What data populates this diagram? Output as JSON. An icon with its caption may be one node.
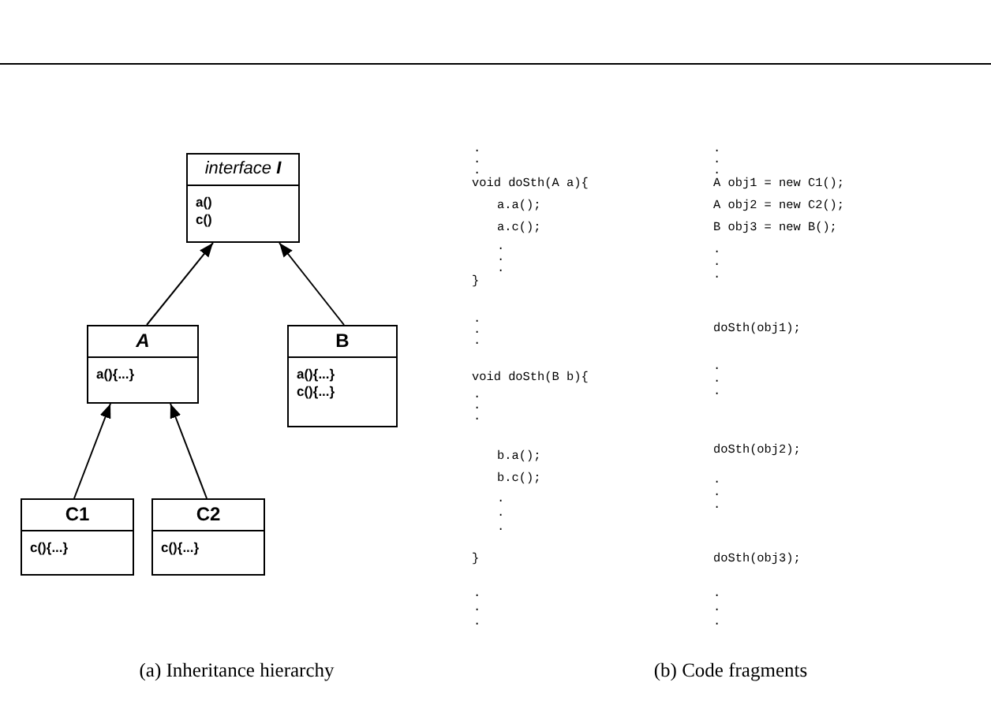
{
  "diagram": {
    "nodes": [
      {
        "text": [
          "interface **I**",
          "a()",
          "c()"
        ]
      },
      {
        "text": [
          "A",
          "a(){...}"
        ]
      },
      {
        "text": [
          "B",
          "a(){...}",
          "c(){...}"
        ]
      },
      {
        "text": [
          "C1",
          "c(){...}"
        ]
      },
      {
        "text": [
          "C2",
          "c(){...}"
        ]
      }
    ],
    "edges": [
      {
        "from": 1,
        "to": 0,
        "arrow": "to"
      },
      {
        "from": 2,
        "to": 0,
        "arrow": "to"
      },
      {
        "from": 3,
        "to": 1,
        "arrow": "to"
      },
      {
        "from": 4,
        "to": 1,
        "arrow": "to"
      }
    ],
    "labels": [
      ".",
      ".",
      ".",
      "void doSth(A a){",
      "a.a();",
      "a.c();",
      ".",
      ".",
      ".",
      "}",
      ".",
      ".",
      ".",
      "void doSth(B b){",
      ".",
      ".",
      ".",
      "b.a();",
      "b.c();",
      ".",
      ".",
      ".",
      "}",
      ".",
      ".",
      ".",
      ".",
      ".",
      ".",
      "A obj1 = new C1();",
      "A obj2 = new C2();",
      "B obj3 = new B();",
      ".",
      ".",
      ".",
      "doSth(obj1);",
      ".",
      ".",
      ".",
      "doSth(obj2);",
      ".",
      ".",
      ".",
      "doSth(obj3);",
      ".",
      ".",
      ".",
      "(a) Inheritance hierarchy",
      "(b) Code fragments"
    ]
  }
}
